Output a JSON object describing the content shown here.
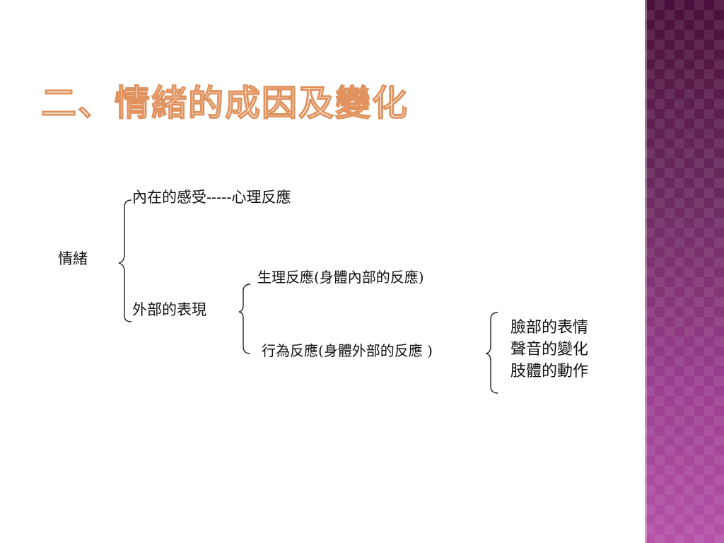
{
  "slide": {
    "title": "二、情緒的成因及變化"
  },
  "diagram": {
    "root": "情緒",
    "inner": "內在的感受-----心理反應",
    "outer": "外部的表現",
    "physiological": "生理反應(身體內部的反應)",
    "behavioral": "行為反應(身體外部的反應 )",
    "behaviors": [
      "臉部的表情",
      "聲音的變化",
      "肢體的動作"
    ]
  },
  "colors": {
    "title_outline": "#e0935e",
    "side_band_top": "#4a0f3a",
    "side_band_bottom": "#b552a8",
    "text": "#111111"
  }
}
